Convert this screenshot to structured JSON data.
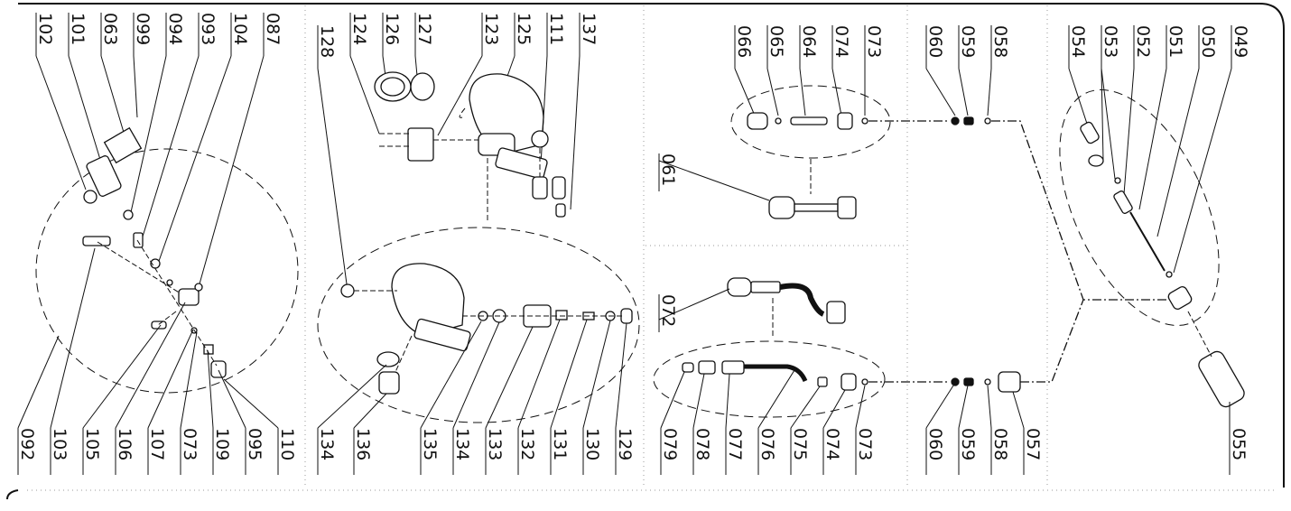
{
  "panels": {
    "p1": {
      "labels_top": [
        "102",
        "101",
        "063",
        "099",
        "094",
        "093",
        "104",
        "087"
      ],
      "labels_bottom": [
        "092",
        "103",
        "105",
        "106",
        "107",
        "073",
        "109",
        "095",
        "110"
      ]
    },
    "p2": {
      "labels_top": [
        "128",
        "124",
        "126",
        "127",
        "123",
        "125",
        "111",
        "137"
      ],
      "labels_bottom": [
        "134",
        "136",
        "135",
        "134",
        "133",
        "132",
        "131",
        "130",
        "129"
      ]
    },
    "p3": {
      "labels_top": [
        "066",
        "065",
        "064",
        "074",
        "073"
      ],
      "label_mid_upper": "061",
      "label_mid_lower": "072",
      "labels_bottom": [
        "079",
        "078",
        "077",
        "076",
        "075",
        "074",
        "073"
      ]
    },
    "p4": {
      "labels_top": [
        "060",
        "059",
        "058"
      ],
      "labels_bottom": [
        "060",
        "059",
        "058",
        "057"
      ]
    },
    "p5": {
      "labels_top": [
        "054",
        "053",
        "052",
        "051",
        "050",
        "049"
      ],
      "labels_bottom": [
        "055"
      ]
    }
  },
  "colors": {
    "ink": "#111111",
    "dots": "#888888",
    "panel_bg": "#ffffff"
  }
}
